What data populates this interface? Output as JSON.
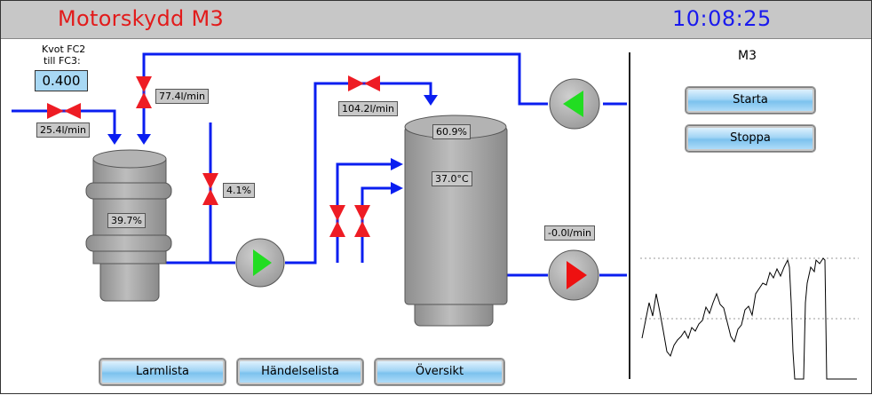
{
  "header": {
    "title": "Motorskydd M3",
    "clock": "10:08:25"
  },
  "ratio": {
    "label_line1": "Kvot FC2",
    "label_line2": "till FC3:",
    "value": "0.400"
  },
  "flows": {
    "inlet_flow": "25.4l/min",
    "top_flow": "77.4l/min",
    "tank_feed_flow": "104.2l/min",
    "outlet_flow": "-0.0l/min"
  },
  "levels": {
    "small_tank_level": "39.7%",
    "valve_opening": "4.1%",
    "big_tank_level": "60.9%",
    "big_tank_temp": "37.0°C"
  },
  "motor_panel": {
    "title": "M3",
    "start_label": "Starta",
    "stop_label": "Stoppa"
  },
  "nav": {
    "alarm_list": "Larmlista",
    "event_list": "Händelselista",
    "overview": "Översikt"
  },
  "colors": {
    "pipe": "#0a1ef0",
    "valve": "#ee1c24",
    "pump_on": "#22dd22",
    "pump_off": "#ee1111",
    "title": "#e21b1b",
    "clock": "#1a1aee"
  },
  "icons": [
    "valve-icon",
    "pump-icon",
    "flow-arrow-icon",
    "tank-icon"
  ]
}
